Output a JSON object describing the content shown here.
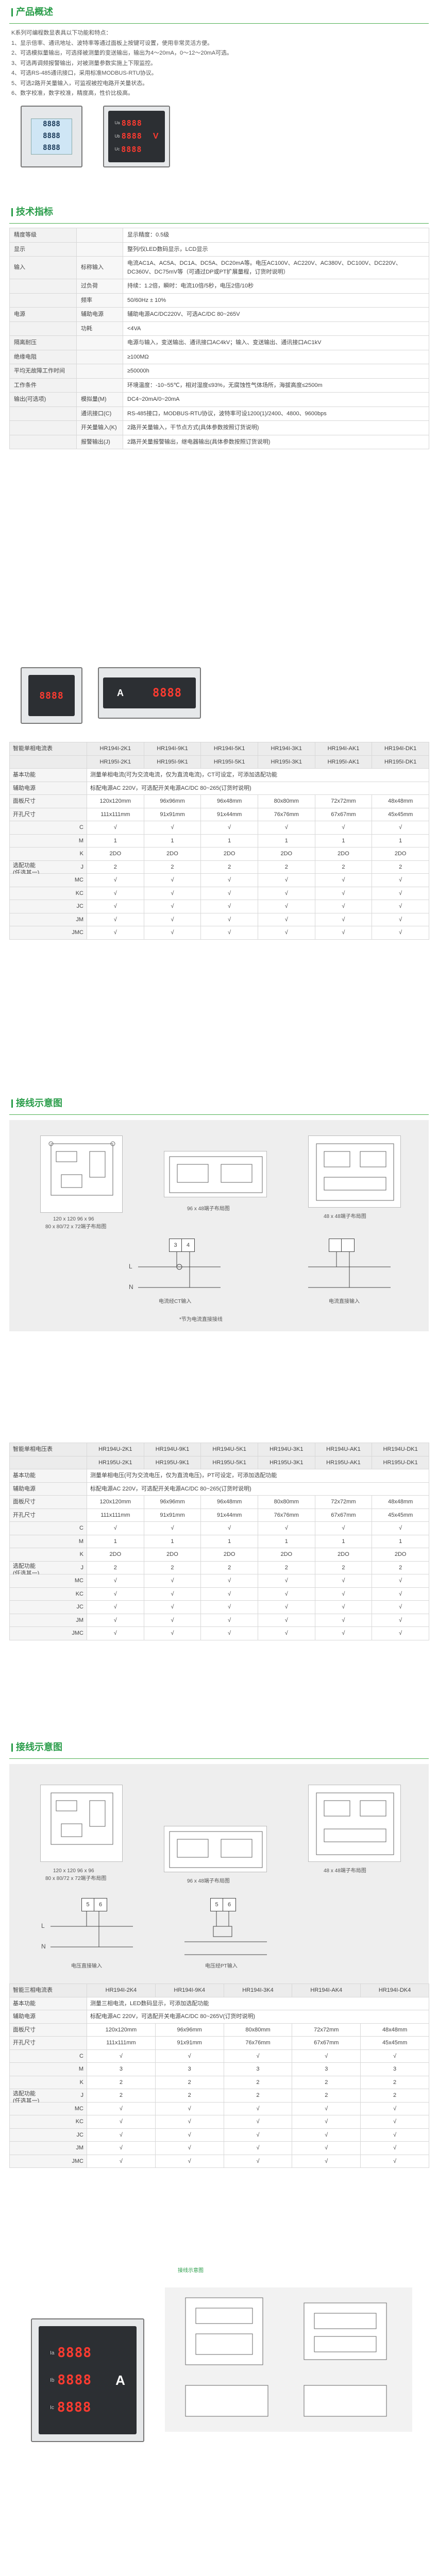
{
  "intro": {
    "title": "产品概述",
    "lead": "K系列可编程数显表具以下功能和特点：",
    "points": [
      "1、显示倍率、通讯地址、波特率等通过面板上按键可设置，使用非常灵活方便。",
      "2、可选模拟量输出，可选择被测量的变送输出，输出为4～20mA，0～12～20mA可选。",
      "3、可选再调频报警输出，对被测量参数实施上下限监控。",
      "4、可选RS-485通讯接口，采用标准MODBUS-RTU协议。",
      "5、可选2路开关量输入，可监视被控电路开关量状态。",
      "6、数字校准，数字校准，精度高，性价比极高。"
    ],
    "meter_digits": [
      "8888",
      "8888",
      "8888"
    ],
    "meter_letter": "V",
    "meter_line_labels": [
      "Ua",
      "Ub",
      "Uc"
    ]
  },
  "spec": {
    "title": "技术指标",
    "rows": [
      {
        "k1": "精度等级",
        "k2": "",
        "v": "显示精度：0.5级"
      },
      {
        "k1": "显示",
        "k2": "",
        "v": "整列/仪LED数码显示，LCD显示"
      },
      {
        "k1": "输入",
        "k2": "标称输入",
        "v": "电流AC1A、AC5A、DC1A、DC5A、DC20mA等。电压AC100V、AC220V、AC380V、DC100V、DC220V、DC360V、DC75mV等（可通过DP或PT扩展量程，订货时说明）"
      },
      {
        "k1": "",
        "k2": "过负荷",
        "v": "持续：1.2倍，瞬时：电流10倍/5秒，电压2倍/10秒"
      },
      {
        "k1": "",
        "k2": "频率",
        "v": "50/60Hz ± 10%"
      },
      {
        "k1": "电源",
        "k2": "辅助电源",
        "v": "辅助电源AC/DC220V、可选AC/DC 80~265V"
      },
      {
        "k1": "",
        "k2": "功耗",
        "v": "<4VA"
      },
      {
        "k1": "隔离耐压",
        "k2": "",
        "v": "电源与输入，变送输出、通讯接口AC4kV；输入、变送输出、通讯接口AC1kV"
      },
      {
        "k1": "绝缘电阻",
        "k2": "",
        "v": "≥100MΩ"
      },
      {
        "k1": "平均无故障工作时间",
        "k2": "",
        "v": "≥50000h"
      },
      {
        "k1": "工作条件",
        "k2": "",
        "v": "环境温度：-10~55℃，相对湿度≤93%，无腐蚀性气体场所，海拔高度≤2500m"
      },
      {
        "k1": "输出(可选项)",
        "k2": "模拟量(M)",
        "v": "DC4~20mA/0~20mA"
      },
      {
        "k1": "",
        "k2": "通讯接口(C)",
        "v": "RS-485接口，MODBUS-RTU协议，波特率可设1200(1)/2400、4800、9600bps"
      },
      {
        "k1": "",
        "k2": "开关量输入(K)",
        "v": "2路开关量输入，干节点方式(具体参数按照订货说明)"
      },
      {
        "k1": "",
        "k2": "报警输出(J)",
        "v": "2路开关量报警输出，继电器输出(具体参数按照订货说明)"
      }
    ]
  },
  "single_meters": {
    "digits": [
      "8888",
      "8888"
    ],
    "letter": "A"
  },
  "table_current": {
    "title": "智能单相电流表",
    "models_row1": [
      "HR194I-2K1",
      "HR194I-9K1",
      "HR194I-5K1",
      "HR194I-3K1",
      "HR194I-AK1",
      "HR194I-DK1"
    ],
    "models_row2": [
      "HR195I-2K1",
      "HR195I-9K1",
      "HR195I-5K1",
      "HR195I-3K1",
      "HR195I-AK1",
      "HR195I-DK1"
    ],
    "basic_label": "基本功能",
    "basic": "测量单相电流(可为交流电流，仅为直流电流)，CT可设定，可添加选配功能",
    "aux_label": "辅助电源",
    "aux": "标配电源AC 220V，可选配开关电源AC/DC 80~265(订货时说明)",
    "panel_label": "面板尺寸",
    "panel": [
      "120x120mm",
      "96x96mm",
      "96x48mm",
      "80x80mm",
      "72x72mm",
      "48x48mm"
    ],
    "hole_label": "开孔尺寸",
    "hole": [
      "111x111mm",
      "91x91mm",
      "91x44mm",
      "76x76mm",
      "67x67mm",
      "45x45mm"
    ],
    "options_label": "选配功能\n(任选其一)",
    "options": [
      {
        "code": "C",
        "vals": [
          "√",
          "√",
          "√",
          "√",
          "√",
          "√"
        ]
      },
      {
        "code": "M",
        "vals": [
          "1",
          "1",
          "1",
          "1",
          "1",
          "1"
        ]
      },
      {
        "code": "K",
        "vals": [
          "2DO",
          "2DO",
          "2DO",
          "2DO",
          "2DO",
          "2DO"
        ]
      },
      {
        "code": "J",
        "vals": [
          "2",
          "2",
          "2",
          "2",
          "2",
          "2"
        ]
      },
      {
        "code": "MC",
        "vals": [
          "√",
          "√",
          "√",
          "√",
          "√",
          "√"
        ]
      },
      {
        "code": "KC",
        "vals": [
          "√",
          "√",
          "√",
          "√",
          "√",
          "√"
        ]
      },
      {
        "code": "JC",
        "vals": [
          "√",
          "√",
          "√",
          "√",
          "√",
          "√"
        ]
      },
      {
        "code": "JM",
        "vals": [
          "√",
          "√",
          "√",
          "√",
          "√",
          "√"
        ]
      },
      {
        "code": "JMC",
        "vals": [
          "√",
          "√",
          "√",
          "√",
          "√",
          "√"
        ]
      }
    ]
  },
  "wiring1": {
    "title": "接线示意图",
    "cap1": "120 x 120  96 x 96",
    "cap2": "80 x 80/72 x 72端子布局图",
    "cap3": "96 x 48端子布局图",
    "cap4": "48 x 48端子布局图",
    "terms": [
      "3",
      "4"
    ],
    "line_l": "L",
    "line_n": "N",
    "note1": "电流经CT输入",
    "note2": "*节为电流直接接线",
    "note3": "电流直接输入"
  },
  "table_voltage": {
    "title": "智能单相电压表",
    "models_row1": [
      "HR194U-2K1",
      "HR194U-9K1",
      "HR194U-5K1",
      "HR194U-3K1",
      "HR194U-AK1",
      "HR194U-DK1"
    ],
    "models_row2": [
      "HR195U-2K1",
      "HR195U-9K1",
      "HR195U-5K1",
      "HR195U-3K1",
      "HR195U-AK1",
      "HR195U-DK1"
    ],
    "basic_label": "基本功能",
    "basic": "测量单相电压(可为交流电压，仅为直流电压)，PT可设定，可添加选配功能",
    "aux_label": "辅助电源",
    "aux": "标配电源AC 220V，可选配开关电源AC/DC 80~265(订货时说明)",
    "panel_label": "面板尺寸",
    "panel": [
      "120x120mm",
      "96x96mm",
      "96x48mm",
      "80x80mm",
      "72x72mm",
      "48x48mm"
    ],
    "hole_label": "开孔尺寸",
    "hole": [
      "111x111mm",
      "91x91mm",
      "91x44mm",
      "76x76mm",
      "67x67mm",
      "45x45mm"
    ],
    "options_label": "选配功能\n(任选其一)",
    "options": [
      {
        "code": "C",
        "vals": [
          "√",
          "√",
          "√",
          "√",
          "√",
          "√"
        ]
      },
      {
        "code": "M",
        "vals": [
          "1",
          "1",
          "1",
          "1",
          "1",
          "1"
        ]
      },
      {
        "code": "K",
        "vals": [
          "2DO",
          "2DO",
          "2DO",
          "2DO",
          "2DO",
          "2DO"
        ]
      },
      {
        "code": "J",
        "vals": [
          "2",
          "2",
          "2",
          "2",
          "2",
          "2"
        ]
      },
      {
        "code": "MC",
        "vals": [
          "√",
          "√",
          "√",
          "√",
          "√",
          "√"
        ]
      },
      {
        "code": "KC",
        "vals": [
          "√",
          "√",
          "√",
          "√",
          "√",
          "√"
        ]
      },
      {
        "code": "JC",
        "vals": [
          "√",
          "√",
          "√",
          "√",
          "√",
          "√"
        ]
      },
      {
        "code": "JM",
        "vals": [
          "√",
          "√",
          "√",
          "√",
          "√",
          "√"
        ]
      },
      {
        "code": "JMC",
        "vals": [
          "√",
          "√",
          "√",
          "√",
          "√",
          "√"
        ]
      }
    ]
  },
  "wiring2": {
    "title": "接线示意图",
    "cap1": "120 x 120  96 x 96",
    "cap2": "80 x 80/72 x 72端子布局图",
    "cap3": "96 x 48端子布局图",
    "cap4": "48 x 48端子布局图",
    "terms": [
      "5",
      "6"
    ],
    "line_l": "L",
    "line_n": "N",
    "note1": "电压直接输入",
    "note2": "电压经PT输入"
  },
  "table_three": {
    "title": "智能三相电流表",
    "models": [
      "HR194I-2K4",
      "HR194I-9K4",
      "HR194I-3K4",
      "HR194I-AK4",
      "HR194I-DK4"
    ],
    "basic_label": "基本功能",
    "basic": "测量三相电流，LED数码显示，可添加选配功能",
    "aux_label": "辅助电源",
    "aux": "标配电源AC 220V，可选配开关电源AC/DC 80~265V(订货时说明)",
    "panel_label": "面板尺寸",
    "panel": [
      "120x120mm",
      "96x96mm",
      "80x80mm",
      "72x72mm",
      "48x48mm"
    ],
    "hole_label": "开孔尺寸",
    "hole": [
      "111x111mm",
      "91x91mm",
      "76x76mm",
      "67x67mm",
      "45x45mm"
    ],
    "options_label": "选配功能\n(任选其一)",
    "options": [
      {
        "code": "C",
        "vals": [
          "√",
          "√",
          "√",
          "√",
          "√"
        ]
      },
      {
        "code": "M",
        "vals": [
          "3",
          "3",
          "3",
          "3",
          "3"
        ]
      },
      {
        "code": "K",
        "vals": [
          "2",
          "2",
          "2",
          "2",
          "2"
        ]
      },
      {
        "code": "J",
        "vals": [
          "2",
          "2",
          "2",
          "2",
          "2"
        ]
      },
      {
        "code": "MC",
        "vals": [
          "√",
          "√",
          "√",
          "√",
          "√"
        ]
      },
      {
        "code": "KC",
        "vals": [
          "√",
          "√",
          "√",
          "√",
          "√"
        ]
      },
      {
        "code": "JC",
        "vals": [
          "√",
          "√",
          "√",
          "√",
          "√"
        ]
      },
      {
        "code": "JM",
        "vals": [
          "√",
          "√",
          "√",
          "√",
          "√"
        ]
      },
      {
        "code": "JMC",
        "vals": [
          "√",
          "√",
          "√",
          "√",
          "√"
        ]
      }
    ]
  },
  "bottom": {
    "wiring_label": "接线示意图",
    "meter_digits": [
      "8888",
      "8888",
      "8888"
    ],
    "meter_letter": "A",
    "row_labels": [
      "Ia",
      "Ib",
      "Ic"
    ]
  }
}
